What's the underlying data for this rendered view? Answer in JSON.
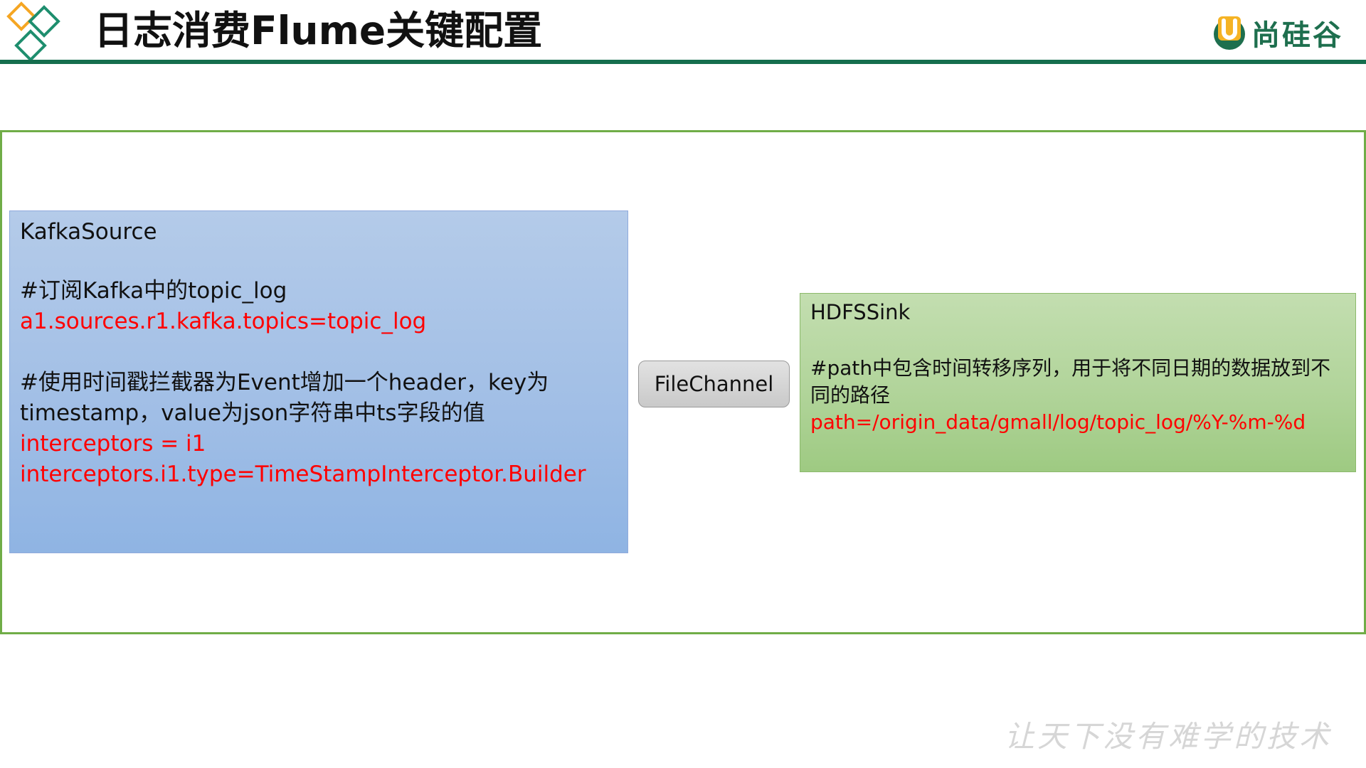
{
  "header": {
    "title": "日志消费Flume关键配置",
    "brand_name": "尚硅谷",
    "accent_color": "#156E4E",
    "logo_icon": "diamond-logo-icon",
    "brand_icon": "u-badge-icon"
  },
  "diagram": {
    "frame_color": "#70AD47",
    "source": {
      "title": "KafkaSource",
      "comment1": "#订阅Kafka中的topic_log",
      "config1": "a1.sources.r1.kafka.topics=topic_log",
      "comment2": "#使用时间戳拦截器为Event增加一个header，key为timestamp，value为json字符串中ts字段的值",
      "config2": "interceptors = i1",
      "config3": "interceptors.i1.type=TimeStampInterceptor.Builder",
      "fill_color": "#A2BFE6"
    },
    "channel": {
      "label": "FileChannel"
    },
    "sink": {
      "title": "HDFSSink",
      "comment": "#path中包含时间转移序列，用于将不同日期的数据放到不同的路径",
      "config": "path=/origin_data/gmall/log/topic_log/%Y-%m-%d",
      "fill_color": "#B1D49A"
    },
    "config_text_color": "#FF0000"
  },
  "footer": {
    "slogan": "让天下没有难学的技术"
  }
}
